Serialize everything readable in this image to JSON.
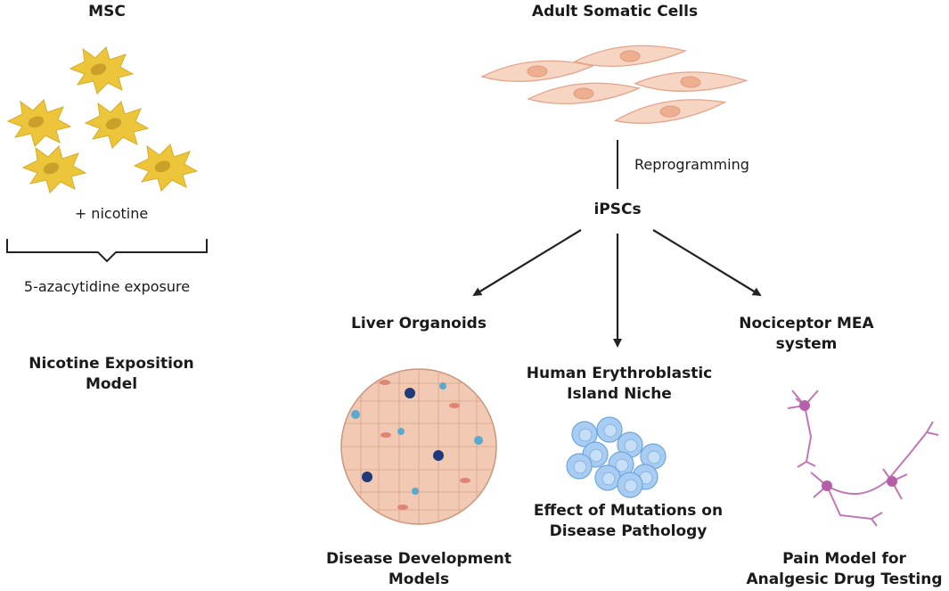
{
  "left_panel": {
    "title": "MSC",
    "additive": "+ nicotine",
    "exposure": "5-azacytidine exposure",
    "model_line1": "Nicotine Exposition",
    "model_line2": "Model"
  },
  "right_panel": {
    "source_title": "Adult Somatic Cells",
    "process": "Reprogramming",
    "hub": "iPSCs",
    "branches": [
      {
        "title_line1": "Liver Organoids",
        "title_line2": "",
        "outcome_line1": "Disease Development",
        "outcome_line2": "Models"
      },
      {
        "title_line1": "Human Erythroblastic",
        "title_line2": "Island Niche",
        "outcome_line1": "Effect of Mutations on",
        "outcome_line2": "Disease Pathology"
      },
      {
        "title_line1": "Nociceptor MEA",
        "title_line2": "system",
        "outcome_line1": "Pain Model for",
        "outcome_line2": "Analgesic Drug Testing"
      }
    ]
  },
  "colors": {
    "msc_cell": "#ecc53a",
    "msc_nucleus": "#c9a12a",
    "somatic_cell": "#f6d5c3",
    "somatic_outline": "#e3a48a",
    "organoid": "#f2c9b3",
    "neuron": "#c276b6",
    "erythroblast": "#a9cdf2",
    "arrow": "#222222"
  },
  "icons": [
    "msc-cell-icon",
    "fibroblast-icon",
    "liver-organoid-icon",
    "erythroblast-cluster-icon",
    "neuron-icon"
  ]
}
